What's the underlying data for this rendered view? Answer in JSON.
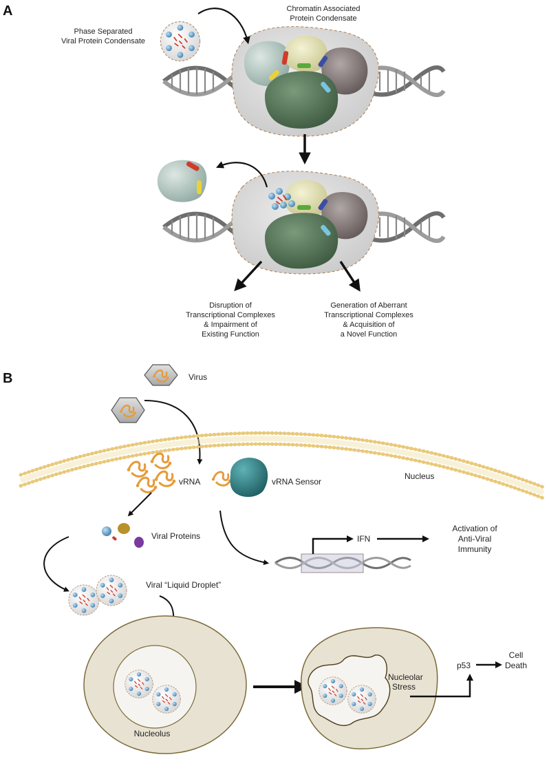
{
  "panel_a": {
    "letter": "A",
    "phase_label": [
      "Phase Separated",
      "Viral Protein Condensate"
    ],
    "chromatin_label": [
      "Chromatin Associated",
      "Protein Condensate"
    ],
    "disruption_label": [
      "Disruption of",
      "Transcriptional Complexes",
      "& Impairment of",
      "Existing Function"
    ],
    "generation_label": [
      "Generation of Aberrant",
      "Transcriptional Complexes",
      "& Acquisition of",
      "a Novel Function"
    ]
  },
  "panel_b": {
    "letter": "B",
    "virus": "Virus",
    "vrna": "vRNA",
    "vrna_sensor": "vRNA Sensor",
    "nucleus": "Nucleus",
    "viral_proteins": "Viral Proteins",
    "ifn": "IFN",
    "activation": [
      "Activation of",
      "Anti-Viral",
      "Immunity"
    ],
    "liquid_droplet": "Viral “Liquid Droplet”",
    "nucleolus": "Nucleolus",
    "nucleolar_stress": [
      "Nucleolar",
      "Stress"
    ],
    "p53": "p53",
    "cell_death": [
      "Cell",
      "Death"
    ]
  },
  "colors": {
    "condensate_gray": "#dcdcdc",
    "green_protein": "#4e6b50",
    "pale_yellow": "#e8e6b4",
    "pale_teal": "#b8c9c4",
    "gray_brown": "#8a7f7f",
    "blue_dots": "#6fa2c9",
    "red_bars": "#d23a2a",
    "membrane": "#e0b85c",
    "sensor_teal": "#2f7f83",
    "rna_orange": "#e69b3a",
    "cell_fill": "#e8e2d2"
  }
}
